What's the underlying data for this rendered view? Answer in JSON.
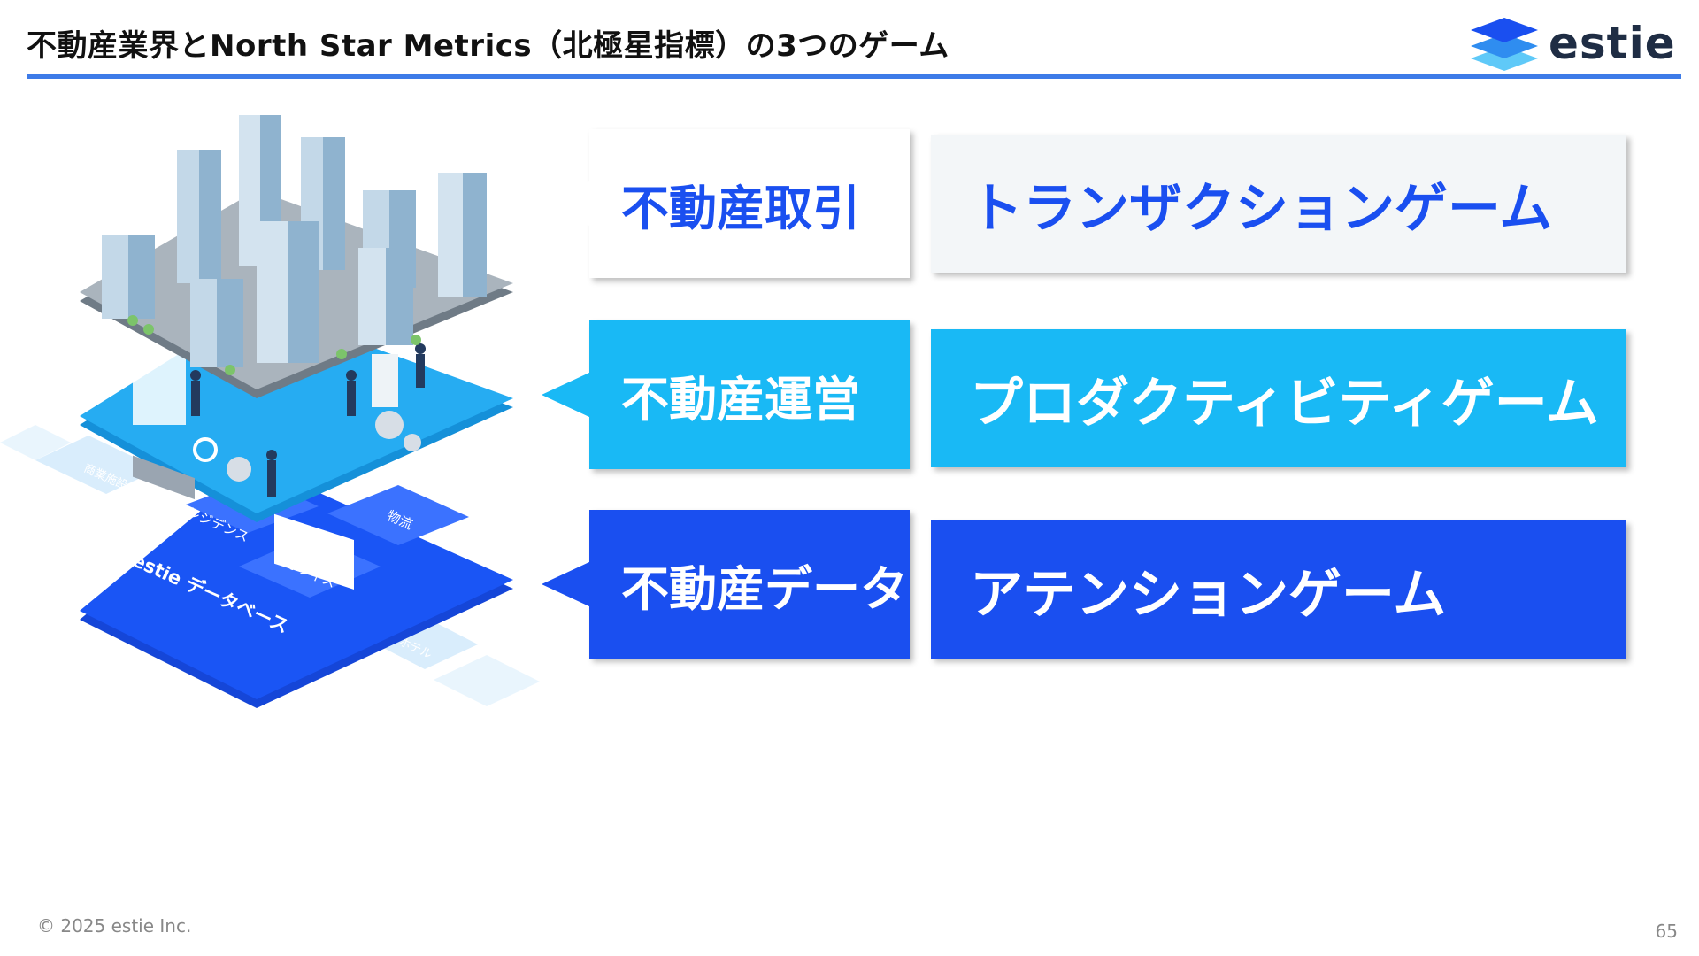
{
  "slide": {
    "title": "不動産業界とNorth Star Metrics（北極星指標）の3つのゲーム",
    "logo_text": "estie",
    "footer": "© 2025 estie Inc.",
    "page_number": "65"
  },
  "illustration": {
    "platform_title": "estie データベース",
    "tiles": [
      "レジデンス",
      "オフィス",
      "物流",
      "商業施設",
      "ホテル"
    ]
  },
  "rows": [
    {
      "category": "不動産取引",
      "game": "トランザクションゲーム"
    },
    {
      "category": "不動産運営",
      "game": "プロダクティビティゲーム"
    },
    {
      "category": "不動産データ",
      "game": "アテンションゲーム"
    }
  ],
  "colors": {
    "accent_rule": "#3d7be8",
    "royal_blue": "#1a4ff0",
    "sky_blue": "#19b9f5",
    "white_box": "#ffffff",
    "grey_box": "#f3f6f8",
    "text_dark": "#111111"
  }
}
